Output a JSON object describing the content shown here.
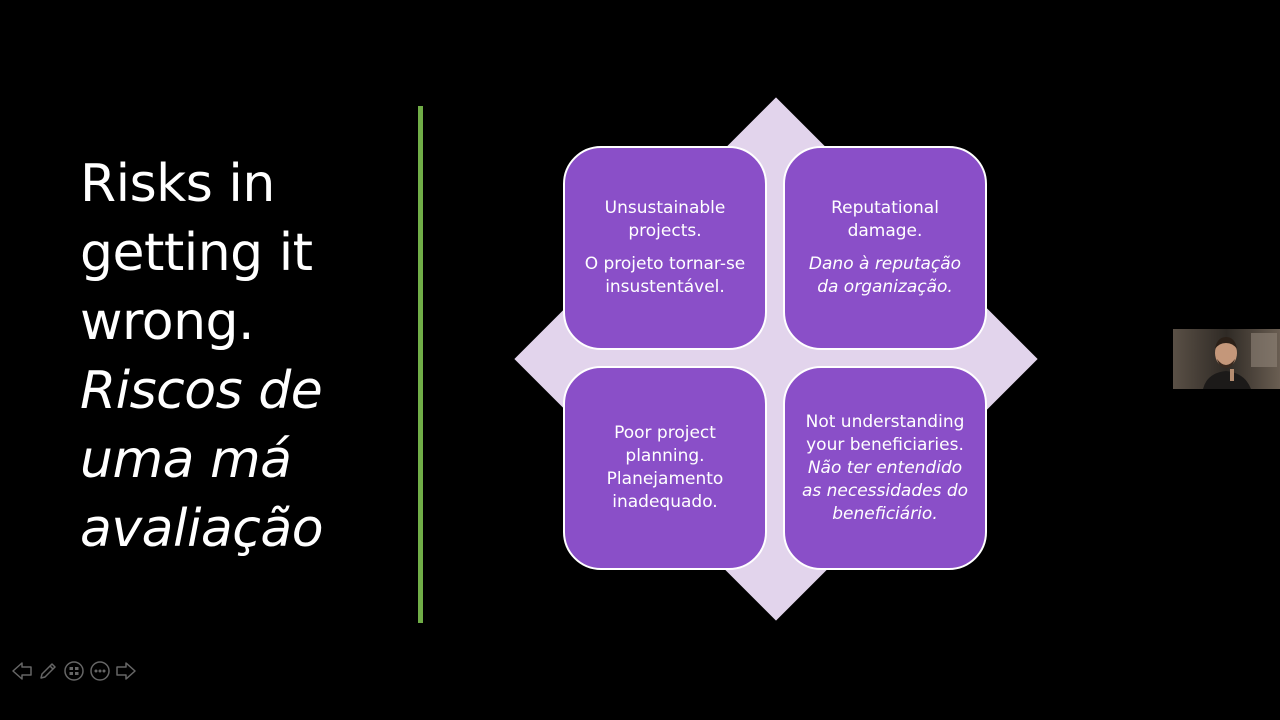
{
  "slide": {
    "title": {
      "line1": "Risks in",
      "line2": "getting it",
      "line3": "wrong.",
      "line4": "Riscos de",
      "line5": "uma má",
      "line6": "avaliação"
    },
    "accent_color": "#70ad47",
    "box_color": "#8a4fc8",
    "diamond_color": "#e2d4ec",
    "quadrants": [
      {
        "en": "Unsustainable projects.",
        "pt": "O projeto tornar-se insustentável.",
        "pt_italic": false
      },
      {
        "en": "Reputational damage.",
        "pt": "Dano à reputação da organização.",
        "pt_italic": true
      },
      {
        "en": "Poor project planning.",
        "pt": "Planejamento inadequado.",
        "pt_italic": false
      },
      {
        "en": "Not understanding your beneficiaries.",
        "pt": "Não ter entendido as necessidades do beneficiário.",
        "pt_italic": true
      }
    ]
  },
  "toolbar": {
    "icons": [
      "arrow-left-icon",
      "pen-icon",
      "slides-grid-icon",
      "more-options-icon",
      "arrow-right-icon"
    ]
  },
  "webcam": {
    "icon": "presenter-webcam"
  }
}
